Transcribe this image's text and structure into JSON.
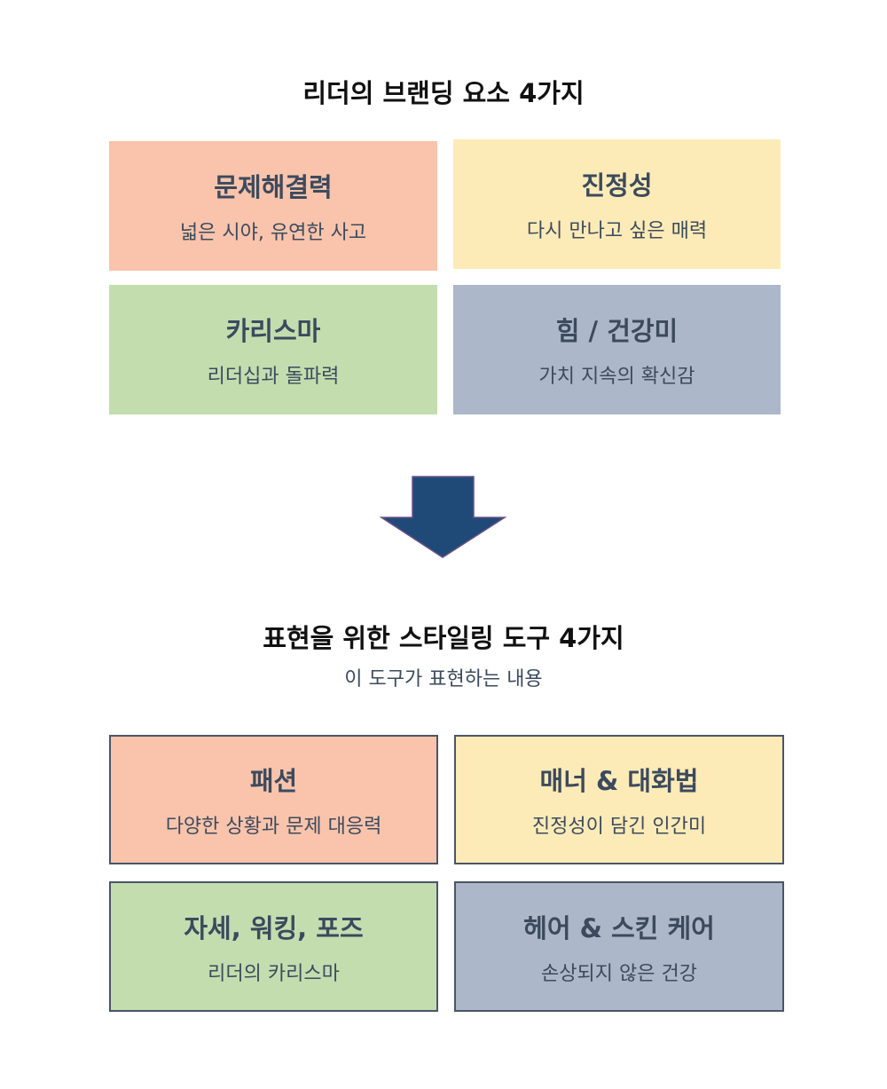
{
  "section1": {
    "title": "리더의 브랜딩 요소 4가지",
    "boxes": [
      {
        "head": "문제해결력",
        "desc": "넓은 시야, 유연한 사고",
        "color": "#f9c4ab"
      },
      {
        "head": "진정성",
        "desc": "다시 만나고 싶은 매력",
        "color": "#fdebb7"
      },
      {
        "head": "카리스마",
        "desc": "리더십과 돌파력",
        "color": "#c4ddaf"
      },
      {
        "head": "힘 / 건강미",
        "desc": "가치 지속의 확신감",
        "color": "#acb7c9"
      }
    ]
  },
  "arrow": {
    "color": "#1f4a78"
  },
  "section2": {
    "title": "표현을 위한 스타일링 도구 4가지",
    "subtitle": "이 도구가 표현하는 내용",
    "boxes": [
      {
        "head": "패션",
        "desc": "다양한 상황과 문제 대응력",
        "color": "#f9c4ab"
      },
      {
        "head": "매너 & 대화법",
        "desc": "진정성이 담긴 인간미",
        "color": "#fdebb7"
      },
      {
        "head": "자세, 워킹, 포즈",
        "desc": "리더의 카리스마",
        "color": "#c4ddaf"
      },
      {
        "head": "헤어 & 스킨 케어",
        "desc": "손상되지 않은 건강",
        "color": "#acb7c9"
      }
    ]
  }
}
